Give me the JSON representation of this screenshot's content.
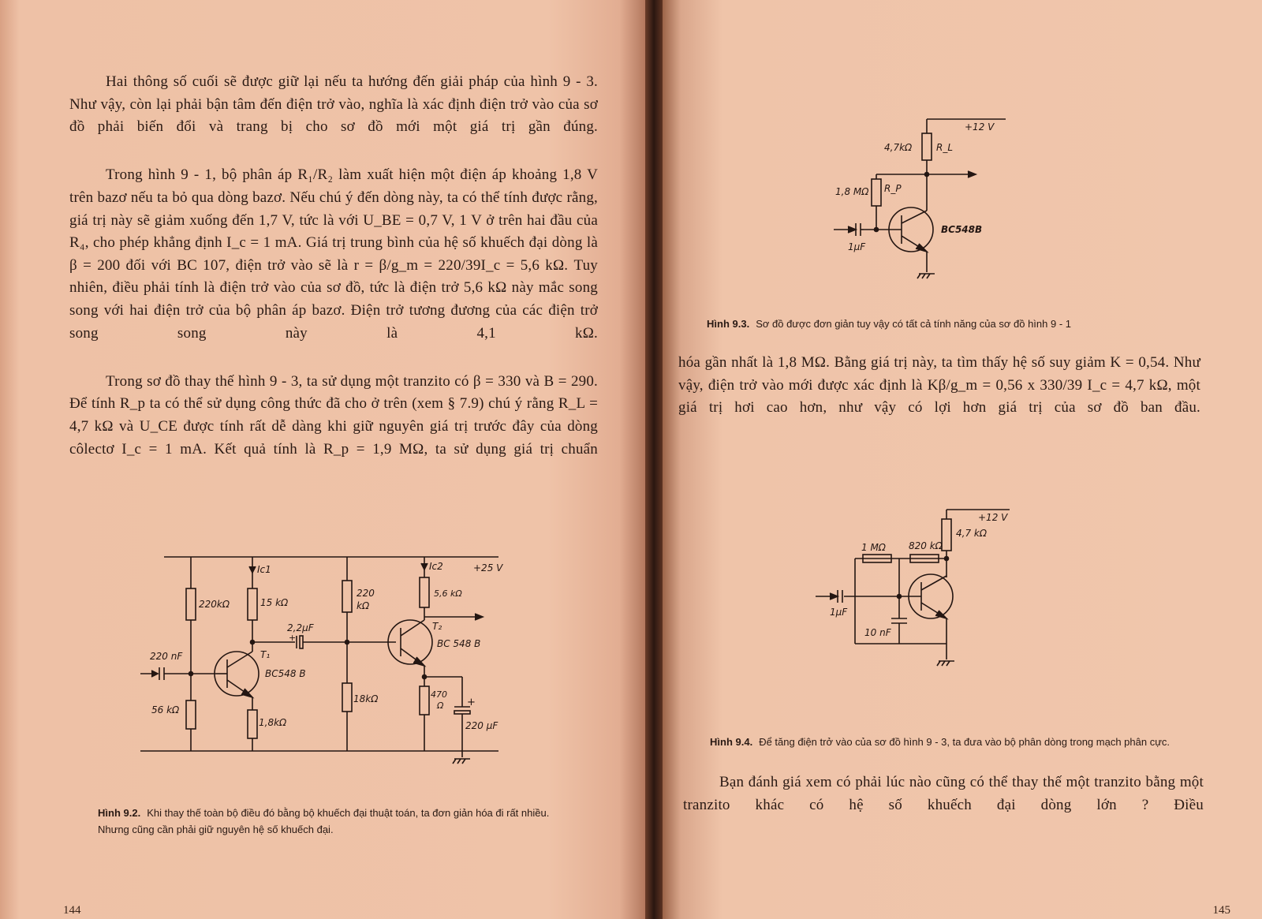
{
  "left_page": {
    "paragraphs": [
      "Hai thông số cuối sẽ được giữ lại nếu ta hướng đến giải pháp của hình 9 - 3. Như vậy, còn lại phải bận tâm đến điện trở vào, nghĩa là xác định điện trở vào của sơ đồ phải biến đổi và trang bị cho sơ đồ mới một giá trị gần đúng.",
      "Trong hình 9 - 1, bộ phân áp R₁/R₂ làm xuất hiện một điện áp khoảng 1,8 V trên bazơ nếu ta bỏ qua dòng bazơ. Nếu chú ý đến dòng này, ta có thể tính được rằng, giá trị này sẽ giảm xuống đến 1,7 V, tức là với U_BE = 0,7 V, 1 V ở trên hai đầu của R₄, cho phép khẳng định I_c = 1 mA. Giá trị trung bình của hệ số khuếch đại dòng là β = 200 đối với BC 107, điện trở vào sẽ là r = β/g_m = 220/39I_c = 5,6 kΩ. Tuy nhiên, điều phải tính là điện trở vào của sơ đồ, tức là điện trở 5,6 kΩ này mắc song song với hai điện trở của bộ phân áp bazơ. Điện trở tương đương của các điện trở song song này là 4,1 kΩ.",
      "Trong sơ đồ thay thế hình 9 - 3, ta sử dụng một tranzito có β = 330 và B = 290. Để tính R_p ta có thể sử dụng công thức đã cho ở trên (xem § 7.9) chú ý rằng R_L = 4,7 kΩ và U_CE được tính rất dễ dàng khi giữ nguyên giá trị trước đây của dòng côlectơ I_c = 1 mA. Kết quả tính là R_p = 1,9 MΩ, ta sử dụng giá trị chuẩn"
    ],
    "figure_9_2": {
      "label": "Hình 9.2.",
      "caption": "Khi thay thế toàn bộ điều đó bằng bộ khuếch đại thuật toán, ta đơn giản hóa đi rất nhiều. Nhưng cũng cần phải giữ nguyên hệ số khuếch đại.",
      "components": {
        "r1": "220kΩ",
        "r2": "15 kΩ",
        "r3": "220",
        "r3b": "kΩ",
        "r4": "5,6 kΩ",
        "r5": "56 kΩ",
        "r6": "1,8kΩ",
        "r7": "18kΩ",
        "r8": "470",
        "r8b": "Ω",
        "c_in": "220 nF",
        "c_couple": "2,2µF",
        "c_out": "220 µF",
        "t1": "T₁",
        "t1_type": "BC548 B",
        "t2": "T₂",
        "t2_type": "BC 548 B",
        "ic1": "Ic1",
        "ic2": "Ic2",
        "vcc": "+25 V",
        "plus": "+"
      }
    },
    "page_number": "144"
  },
  "right_page": {
    "figure_9_3": {
      "label": "Hình 9.3.",
      "caption": "Sơ đồ được đơn giản tuy vậy có tất cả tính năng của sơ đồ hình 9 - 1",
      "components": {
        "rl_value": "4,7kΩ",
        "rl_name": "R_L",
        "rp_value": "1,8 MΩ",
        "rp_name": "R_P",
        "c_in": "1µF",
        "transistor": "BC548B",
        "vcc": "+12 V"
      }
    },
    "paragraphs": [
      "hóa gần nhất là 1,8 MΩ. Bằng giá trị này, ta tìm thấy hệ số suy giảm K = 0,54. Như vậy, điện trở vào mới được xác định là Kβ/g_m = 0,56 x 330/39 I_c = 4,7 kΩ, một giá trị hơi cao hơn, như vậy có lợi hơn giá trị của sơ đồ ban đầu."
    ],
    "figure_9_4": {
      "label": "Hình 9.4.",
      "caption": "Để tăng điện trở vào của sơ đồ hình 9 - 3, ta đưa vào bộ phân dòng trong mạch phân cực.",
      "components": {
        "r1": "1 MΩ",
        "r2": "820 kΩ",
        "rl": "4,7 kΩ",
        "c_in": "1µF",
        "c_bypass": "10 nF",
        "vcc": "+12 V"
      }
    },
    "closing_paragraph": "Bạn đánh giá xem có phải lúc nào cũng có thể thay thế một tranzito bằng một tranzito khác có hệ số khuếch đại dòng lớn ? Điều",
    "page_number": "145"
  }
}
